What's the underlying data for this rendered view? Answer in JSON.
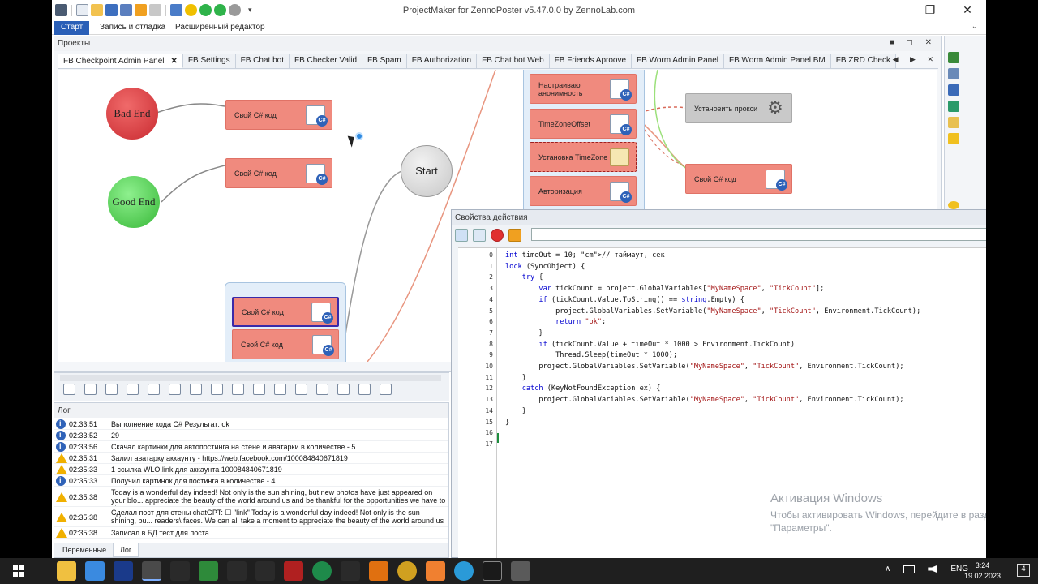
{
  "window": {
    "title": "ProjectMaker for ZennoPoster v5.47.0.0 by ZennoLab.com",
    "controls": {
      "minimize": "—",
      "restore": "❐",
      "close": "✕"
    }
  },
  "menu": {
    "tabs": [
      "Старт",
      "Запись и отладка",
      "Расширенный редактор"
    ],
    "chevron": "⌄"
  },
  "projects": {
    "header": "Проекты",
    "controls": "■ ◻ ✕",
    "tabs": [
      "FB Checkpoint Admin Panel",
      "FB Settings",
      "FB Chat bot",
      "FB Checker Valid",
      "FB Spam",
      "FB Authorization",
      "FB Chat bot Web",
      "FB Friends Aproove",
      "FB Worm Admin Panel",
      "FB Worm Admin Panel BM",
      "FB ZRD Check"
    ],
    "tab_close": "✕",
    "tab_nav": "◀ ▶ ✕"
  },
  "canvas": {
    "bad_end": "Bad End",
    "good_end": "Good End",
    "start": "Start",
    "blocks": {
      "cs1": "Свой C# код",
      "cs2": "Свой C# код",
      "cs3": "Свой C# код",
      "cs4": "Свой C# код",
      "cs5": "Свой C# код",
      "anon": "Настраиваю анонимность",
      "tz_offset": "TimeZoneOffset",
      "tz_set": "Установка TimeZone",
      "auth": "Авторизация",
      "proxy": "Установить прокси"
    }
  },
  "props": {
    "header": "Свойства действия",
    "lines": [
      "int timeOut = 10; // таймаут, сек",
      "lock (SyncObject) {",
      "    try {",
      "        var tickCount = project.GlobalVariables[\"MyNameSpace\", \"TickCount\"];",
      "        if (tickCount.Value.ToString() == string.Empty) {",
      "            project.GlobalVariables.SetVariable(\"MyNameSpace\", \"TickCount\", Environment.TickCount);",
      "            return \"ok\";",
      "        }",
      "        if (tickCount.Value + timeOut * 1000 > Environment.TickCount)",
      "            Thread.Sleep(timeOut * 1000);",
      "        project.GlobalVariables.SetVariable(\"MyNameSpace\", \"TickCount\", Environment.TickCount);",
      "    }",
      "    catch (KeyNotFoundException ex) {",
      "        project.GlobalVariables.SetVariable(\"MyNameSpace\", \"TickCount\", Environment.TickCount);",
      "    }",
      "}",
      "",
      ""
    ]
  },
  "log": {
    "header": "Лог",
    "rows": [
      {
        "type": "info",
        "time": "02:33:51",
        "msg": "Выполнение кода C#  Результат: ok"
      },
      {
        "type": "info",
        "time": "02:33:52",
        "msg": "29"
      },
      {
        "type": "info",
        "time": "02:33:56",
        "msg": "Скачал картинки для автопостинга на стене и аватарки в количестве - 5"
      },
      {
        "type": "warn",
        "time": "02:35:31",
        "msg": "Залил аватарку аккаунту - https://web.facebook.com/100084840671819"
      },
      {
        "type": "warn",
        "time": "02:35:33",
        "msg": "1 ссылка WLO.link для аккаунта 100084840671819"
      },
      {
        "type": "info",
        "time": "02:35:33",
        "msg": "Получил картинок для постинга в количестве - 4"
      },
      {
        "type": "warn",
        "time": "02:35:38",
        "msg": "Today is a wonderful day indeed! Not only is the sun shining, but new photos have just appeared on your blo... appreciate the beauty of the world around us and be thankful for the opportunities we have to share our stor..."
      },
      {
        "type": "warn",
        "time": "02:35:38",
        "msg": "Сделал пост для стены chatGPT: ☐ \"link\" Today is a wonderful day indeed! Not only is the sun shining, bu... readers\\ faces. We can all take a moment to appreciate the beauty of the world around us and be thankful f..."
      },
      {
        "type": "warn",
        "time": "02:35:38",
        "msg": "Записал в БД тест для поста"
      }
    ],
    "tabs": [
      "Переменные",
      "Лог"
    ]
  },
  "watermark": {
    "title": "Активация Windows",
    "text": "Чтобы активировать Windows, перейдите в раздел \"Параметры\"."
  },
  "taskbar": {
    "lang": "ENG",
    "time": "3:24",
    "date": "19.02.2023",
    "notifications": "4",
    "tray_up": "∧"
  },
  "colors": {
    "accent": "#2a5fb7",
    "block": "#f08a7e",
    "bad_end": "#d9363e",
    "good_end": "#4ccb4c"
  }
}
